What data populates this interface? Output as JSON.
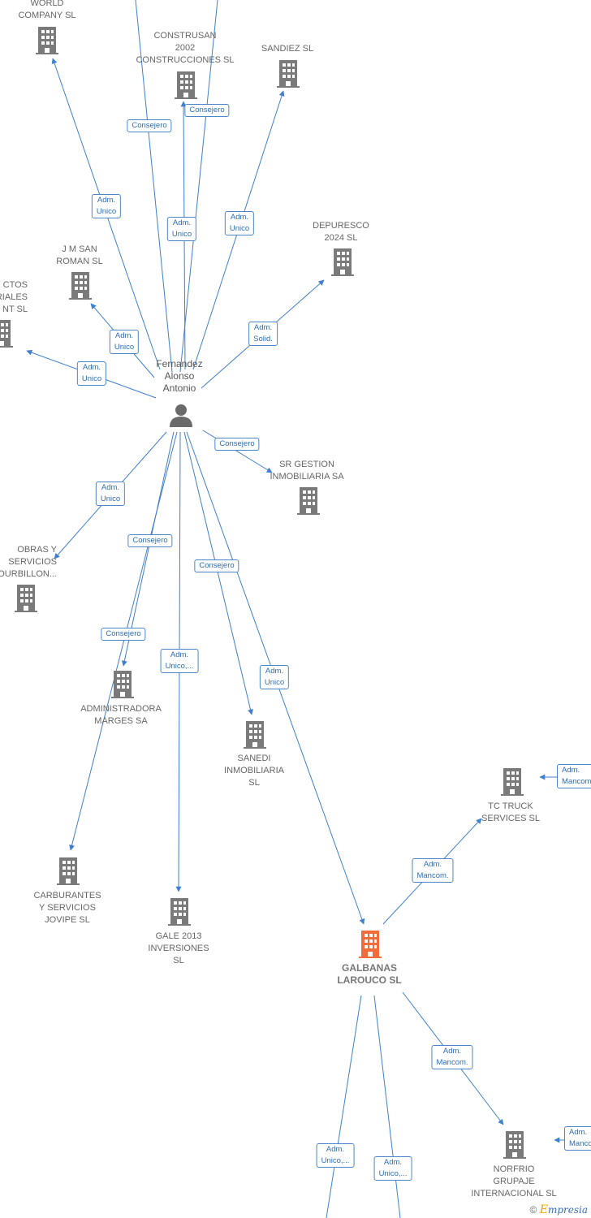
{
  "colors": {
    "edge": "#3f7fcf",
    "building": "#777777",
    "focus": "#f26b3a",
    "person": "#666666"
  },
  "person": {
    "name": "Fernandez\nAlonso\nAntonio",
    "icon": "person-icon"
  },
  "focus": {
    "name": "GALBANAS\nLAROUCO  SL",
    "icon": "building-icon"
  },
  "companies": [
    {
      "id": "world",
      "name": "WORLD\nCOMPANY  SL"
    },
    {
      "id": "construsan",
      "name": "CONSTRUSAN\n2002\nCONSTRUCCIONES SL"
    },
    {
      "id": "sandiez",
      "name": "SANDIEZ  SL"
    },
    {
      "id": "depuresco",
      "name": "DEPURESCO\n2024  SL"
    },
    {
      "id": "jmsan",
      "name": "J M SAN\nROMAN  SL"
    },
    {
      "id": "ctos",
      "name": "CTOS\nRIALES\nNT  SL"
    },
    {
      "id": "srgestion",
      "name": "SR GESTION\nINMOBILIARIA SA"
    },
    {
      "id": "obras",
      "name": "OBRAS Y\nSERVICIOS\nOURBILLON..."
    },
    {
      "id": "administradora",
      "name": "ADMINISTRADORA\nMARGES SA"
    },
    {
      "id": "sanedi",
      "name": "SANEDI\nINMOBILIARIA\nSL"
    },
    {
      "id": "carburantes",
      "name": "CARBURANTES\nY SERVICIOS\nJOVIPE SL"
    },
    {
      "id": "gale",
      "name": "GALE 2013\nINVERSIONES\nSL"
    },
    {
      "id": "tctruck",
      "name": "TC TRUCK\nSERVICES  SL"
    },
    {
      "id": "norfrio",
      "name": "NORFRIO\nGRUPAJE\nINTERNACIONAL SL"
    }
  ],
  "relations": [
    {
      "id": "r1",
      "label": "Consejero"
    },
    {
      "id": "r2",
      "label": "Consejero"
    },
    {
      "id": "r3",
      "label": "Adm.\nUnico"
    },
    {
      "id": "r4",
      "label": "Adm.\nUnico"
    },
    {
      "id": "r5",
      "label": "Adm.\nUnico"
    },
    {
      "id": "r6",
      "label": "Adm.\nSolid."
    },
    {
      "id": "r7",
      "label": "Adm.\nUnico"
    },
    {
      "id": "r8",
      "label": "Adm.\nUnico"
    },
    {
      "id": "r9",
      "label": "Consejero"
    },
    {
      "id": "r10",
      "label": "Adm.\nUnico"
    },
    {
      "id": "r11",
      "label": "Consejero"
    },
    {
      "id": "r12",
      "label": "Consejero"
    },
    {
      "id": "r13",
      "label": "Consejero"
    },
    {
      "id": "r14",
      "label": "Adm.\nUnico,..."
    },
    {
      "id": "r15",
      "label": "Adm.\nUnico"
    },
    {
      "id": "r16",
      "label": "Adm.\nMancom."
    },
    {
      "id": "r17",
      "label": "Adm.\nMancom."
    },
    {
      "id": "r18",
      "label": "Adm.\nUnico,..."
    },
    {
      "id": "r19",
      "label": "Adm.\nUnico,..."
    },
    {
      "id": "r20",
      "label": "Adm.\nMancom."
    },
    {
      "id": "r21",
      "label": "Adm.\nManco"
    }
  ],
  "footer": {
    "copyright": "©",
    "brand_initial": "E",
    "brand_rest": "mpresia"
  }
}
